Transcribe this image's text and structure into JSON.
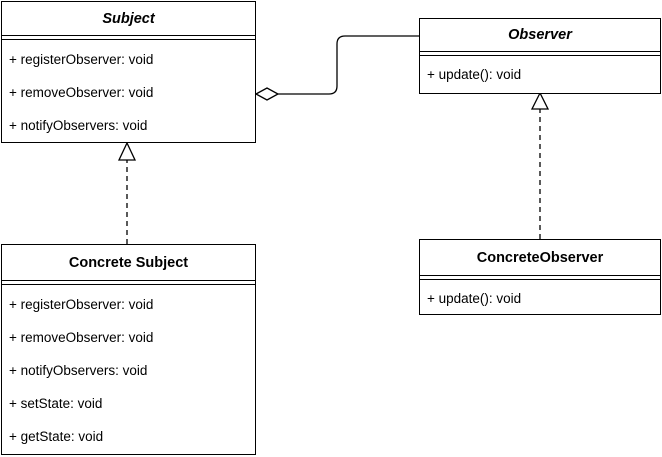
{
  "classes": {
    "subject": {
      "name": "Subject",
      "operations": [
        "+ registerObserver: void",
        "+ removeObserver: void",
        "+ notifyObservers: void"
      ]
    },
    "observer": {
      "name": "Observer",
      "operations": [
        "+ update(): void"
      ]
    },
    "concrete_subject": {
      "name": "Concrete Subject",
      "operations": [
        "+ registerObserver: void",
        "+ removeObserver: void",
        "+ notifyObservers: void",
        "+ setState: void",
        "+ getState: void"
      ]
    },
    "concrete_observer": {
      "name": "ConcreteObserver",
      "operations": [
        "+ update(): void"
      ]
    }
  }
}
